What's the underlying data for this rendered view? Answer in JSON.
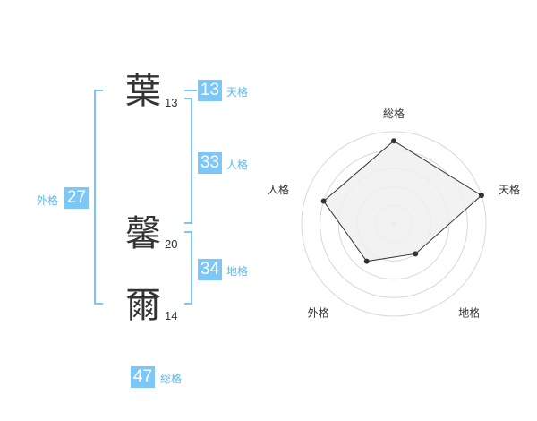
{
  "name": {
    "chars": [
      {
        "char": "葉",
        "strokes": "13"
      },
      {
        "char": "馨",
        "strokes": "20"
      },
      {
        "char": "爾",
        "strokes": "14"
      }
    ]
  },
  "fortunes": {
    "tenkaku": {
      "value": "13",
      "label": "天格"
    },
    "jinkaku": {
      "value": "33",
      "label": "人格"
    },
    "chikaku": {
      "value": "34",
      "label": "地格"
    },
    "gaikaku": {
      "value": "27",
      "label": "外格"
    },
    "soukaku": {
      "value": "47",
      "label": "総格"
    }
  },
  "chart_data": {
    "type": "radar",
    "axes": [
      "総格",
      "天格",
      "地格",
      "外格",
      "人格"
    ],
    "values": [
      4.5,
      5,
      2,
      2.5,
      4
    ],
    "max": 5,
    "rings": 5,
    "fill_color": "#f0f0f0",
    "line_color": "#333333",
    "accent_color": "#7cc7f5"
  }
}
